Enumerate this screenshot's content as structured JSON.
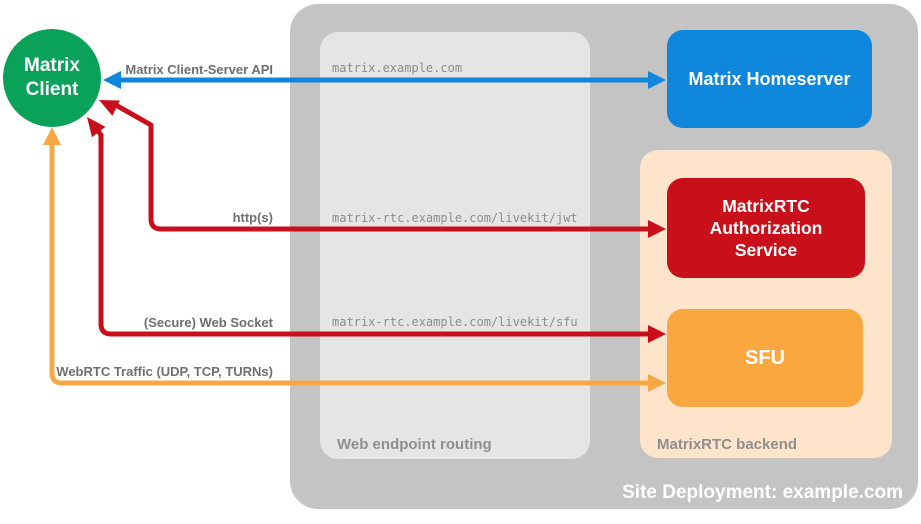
{
  "containers": {
    "site": {
      "label": "Site Deployment: example.com",
      "color": "#C4C4C4"
    },
    "routing": {
      "label": "Web endpoint routing",
      "color": "#E5E5E5"
    },
    "backend": {
      "label": "MatrixRTC backend",
      "color": "#FDE4CB"
    }
  },
  "nodes": {
    "client": {
      "label": "Matrix Client",
      "color": "#0AA158"
    },
    "homeserver": {
      "label": "Matrix Homeserver",
      "color": "#0E86DC"
    },
    "auth_service": {
      "label": "MatrixRTC Authorization Service",
      "color": "#C9101A"
    },
    "sfu": {
      "label": "SFU",
      "color": "#FBA73F"
    }
  },
  "endpoints": [
    "matrix.example.com",
    "matrix-rtc.example.com/livekit/jwt",
    "matrix-rtc.example.com/livekit/sfu"
  ],
  "connections": [
    {
      "label": "Matrix Client-Server API",
      "color": "#0E86DC",
      "from": "Matrix Client",
      "to": "Matrix Homeserver",
      "endpoint": "matrix.example.com",
      "bidirectional": true
    },
    {
      "label": "http(s)",
      "color": "#C9101A",
      "from": "Matrix Client",
      "to": "MatrixRTC Authorization Service",
      "endpoint": "matrix-rtc.example.com/livekit/jwt",
      "bidirectional": true
    },
    {
      "label": "(Secure) Web Socket",
      "color": "#C9101A",
      "from": "Matrix Client",
      "to": "SFU",
      "endpoint": "matrix-rtc.example.com/livekit/sfu",
      "bidirectional": true
    },
    {
      "label": "WebRTC Traffic (UDP, TCP, TURNs)",
      "color": "#F6A844",
      "from": "Matrix Client",
      "to": "SFU",
      "bidirectional": true
    }
  ]
}
